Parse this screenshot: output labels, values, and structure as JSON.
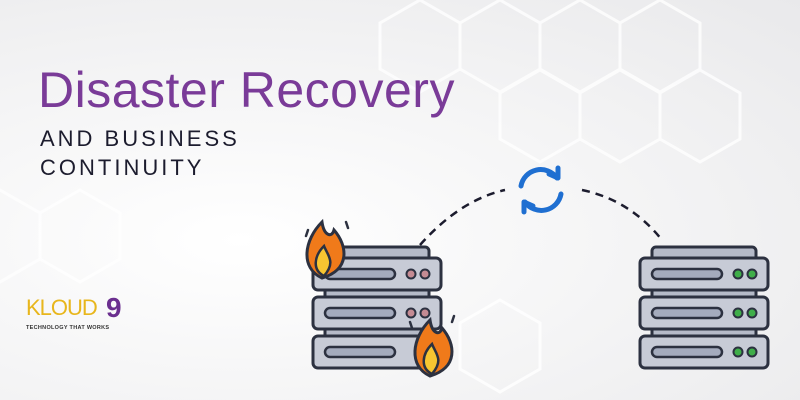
{
  "headline": {
    "title": "Disaster Recovery",
    "subtitle_line1": "AND BUSINESS",
    "subtitle_line2": "CONTINUITY"
  },
  "logo": {
    "wordmark": "KLOUD",
    "numeral": "9",
    "tagline": "TECHNOLOGY THAT WORKS"
  },
  "colors": {
    "title": "#7a3b98",
    "sync": "#1f6fd1",
    "fire": "#f07a1a",
    "failed_led": "#b5545f",
    "ok_led": "#3fae49",
    "server": "#c7cbd6"
  }
}
